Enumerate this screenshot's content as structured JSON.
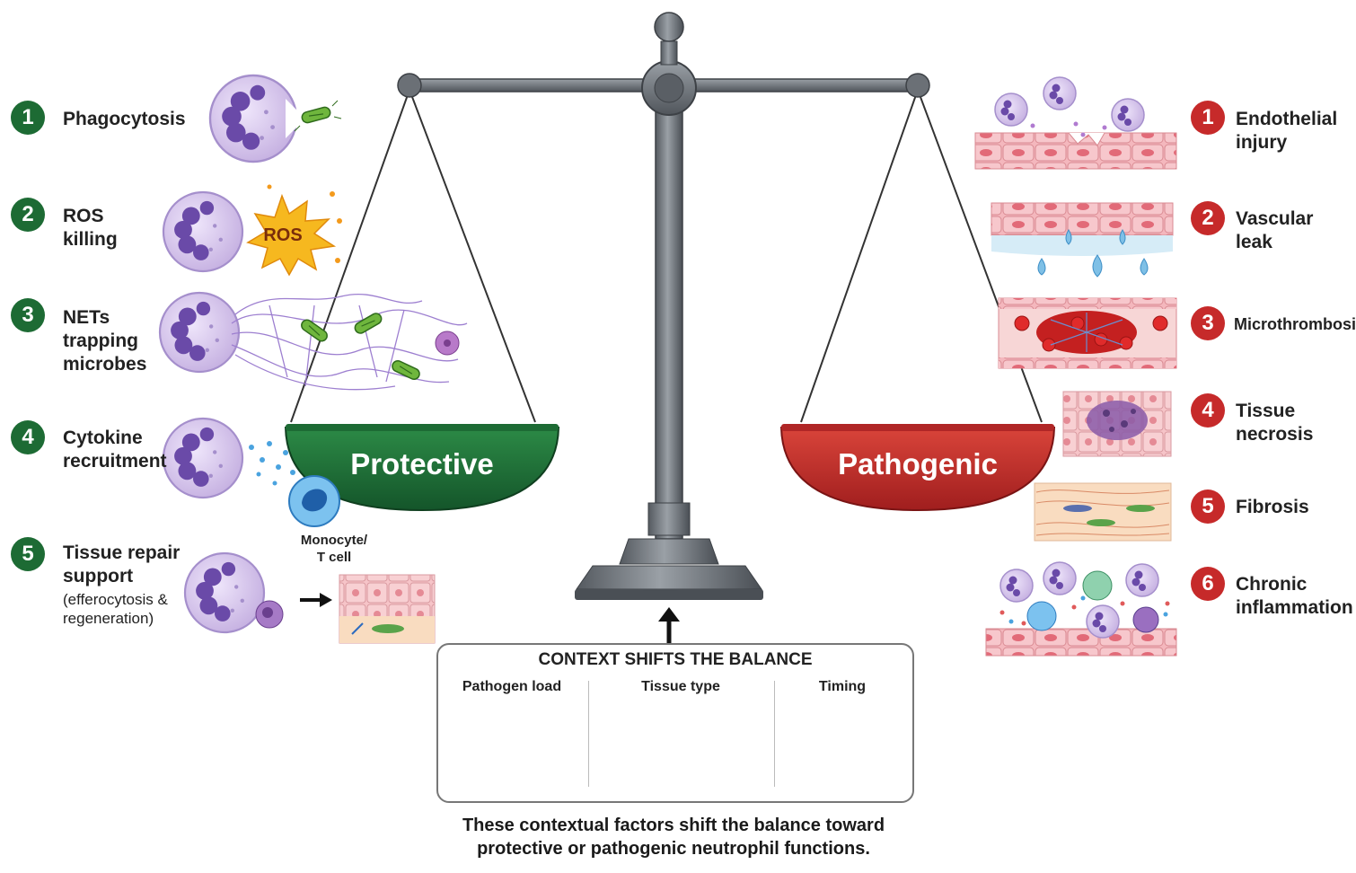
{
  "protective": {
    "pan_label": "Protective",
    "items": [
      {
        "num": "1",
        "label": "Phagocytosis"
      },
      {
        "num": "2",
        "label": "ROS\nkilling",
        "icon_text": "ROS"
      },
      {
        "num": "3",
        "label": "NETs\ntrapping\nmicrobes"
      },
      {
        "num": "4",
        "label": "Cytokine\nrecruitment",
        "icon_text": "Monocyte/\nT cell"
      },
      {
        "num": "5",
        "label": "Tissue repair\nsupport",
        "sublabel": "(efferocytosis &\nregeneration)"
      }
    ]
  },
  "pathogenic": {
    "pan_label": "Pathogenic",
    "items": [
      {
        "num": "1",
        "label": "Endothelial\ninjury"
      },
      {
        "num": "2",
        "label": "Vascular\nleak"
      },
      {
        "num": "3",
        "label": "Microthrombosis"
      },
      {
        "num": "4",
        "label": "Tissue\nnecrosis"
      },
      {
        "num": "5",
        "label": "Fibrosis"
      },
      {
        "num": "6",
        "label": "Chronic\ninflammation"
      }
    ]
  },
  "context": {
    "title": "CONTEXT SHIFTS THE BALANCE",
    "factors": [
      {
        "label": "Pathogen load",
        "gradient_color": "#1d7a3a"
      },
      {
        "label": "Tissue type",
        "gradient_color": "#1f5fa8"
      },
      {
        "label": "Timing",
        "gradient_color": "#7a3fb0"
      }
    ]
  },
  "caption": "These contextual factors shift the balance toward\nprotective or pathogenic neutrophil functions.",
  "colors": {
    "protective": "#1d6b34",
    "pathogenic": "#c62a2a",
    "scale": "#5f6368",
    "cell": "#c9b8e6",
    "nucleus": "#6a4aa8"
  }
}
